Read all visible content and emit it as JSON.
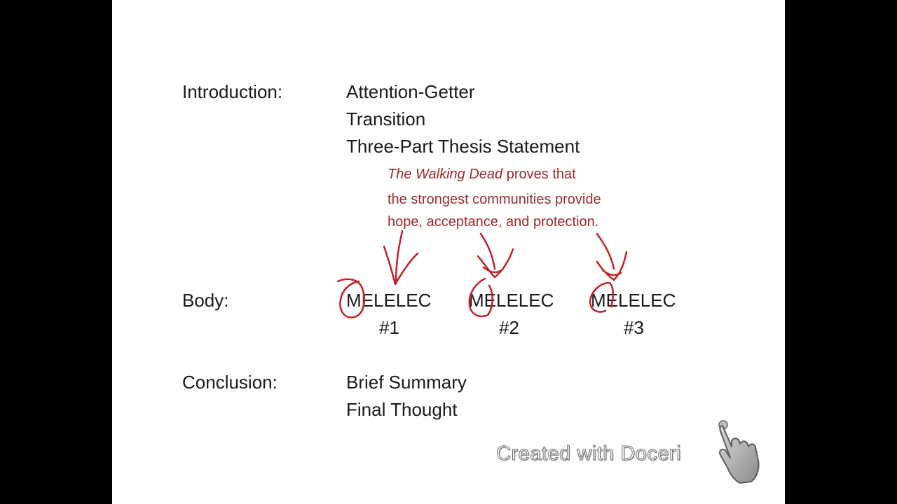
{
  "introduction": {
    "label": "Introduction:",
    "items": [
      "Attention-Getter",
      "Transition",
      "Three-Part Thesis Statement"
    ]
  },
  "thesis": {
    "title_italic": "The Walking Dead",
    "line1_rest": " proves that",
    "line2": "the strongest communities provide",
    "line3": "hope, acceptance, and protection."
  },
  "body": {
    "label": "Body:",
    "paragraphs": [
      {
        "name": "MELELEC",
        "number": "#1"
      },
      {
        "name": "MELELEC",
        "number": "#2"
      },
      {
        "name": "MELELEC",
        "number": "#3"
      }
    ]
  },
  "conclusion": {
    "label": "Conclusion:",
    "items": [
      "Brief Summary",
      "Final Thought"
    ]
  },
  "watermark": {
    "text": "Created with Doceri",
    "icon": "pointing-hand-icon"
  },
  "colors": {
    "ink": "#c0282d",
    "thesis_text": "#9e2a2a",
    "text": "#1a1a1a"
  }
}
